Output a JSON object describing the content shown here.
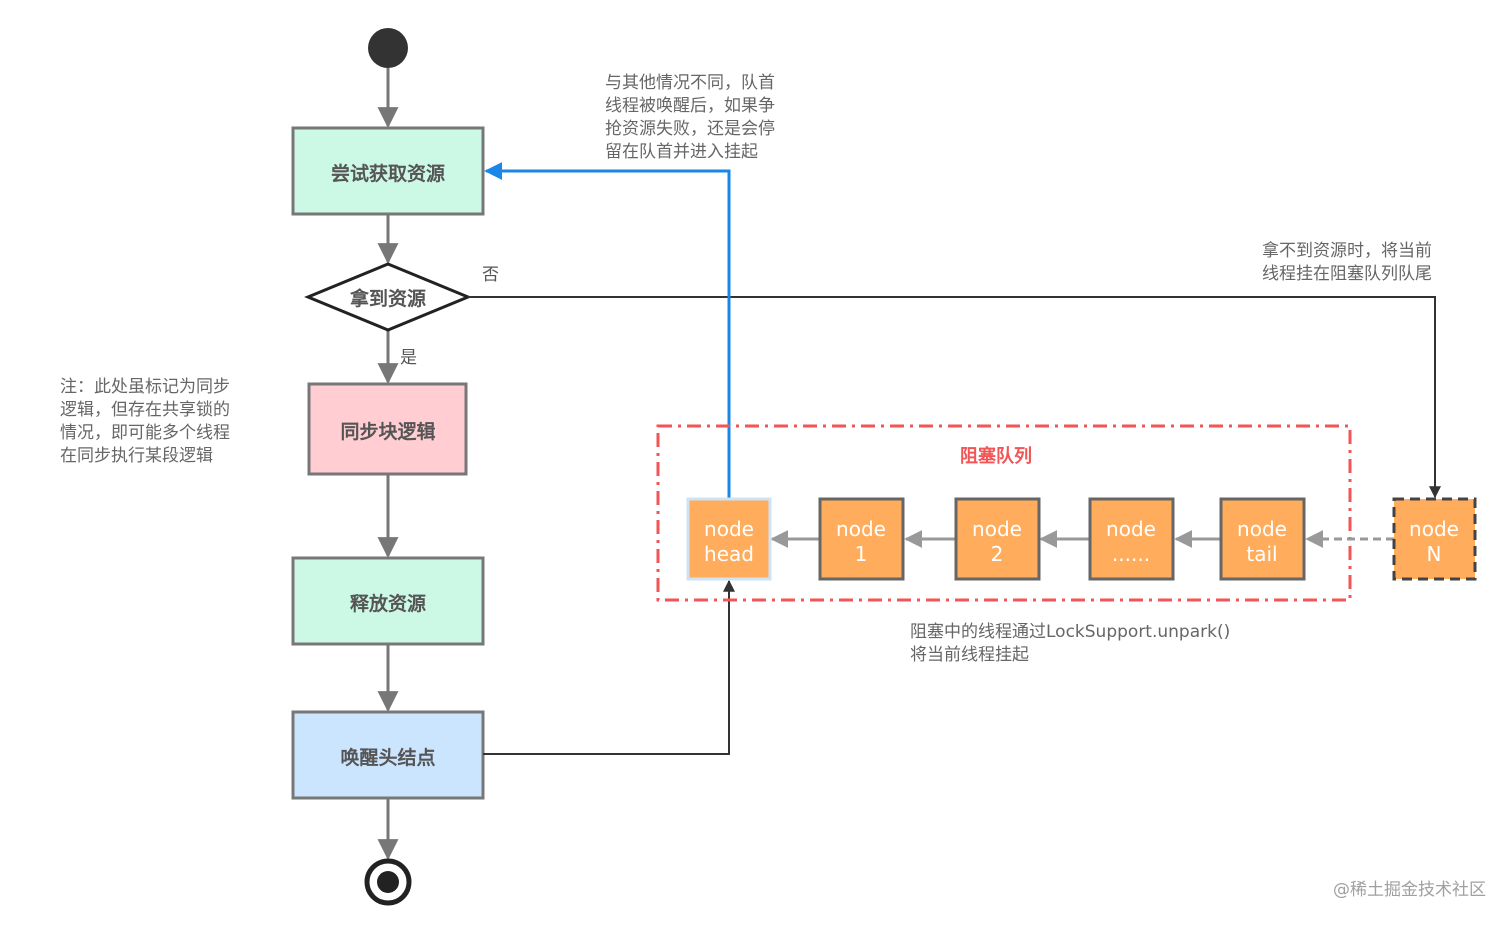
{
  "steps": {
    "try_acquire": "尝试获取资源",
    "got_resource": "拿到资源",
    "sync_logic": "同步块逻辑",
    "release": "释放资源",
    "wake_head": "唤醒头结点"
  },
  "branch": {
    "no": "否",
    "yes": "是"
  },
  "notes": {
    "head_retry": [
      "与其他情况不同，队首",
      "线程被唤醒后，如果争",
      "抢资源失败，还是会停",
      "留在队首并进入挂起"
    ],
    "enqueue_tail": [
      "拿不到资源时，将当前",
      "线程挂在阻塞队列队尾"
    ],
    "shared_lock": [
      "注：此处虽标记为同步",
      "逻辑，但存在共享锁的",
      "情况，即可能多个线程",
      "在同步执行某段逻辑"
    ],
    "park": [
      "阻塞中的线程通过LockSupport.unpark()",
      "将当前线程挂起"
    ]
  },
  "queue": {
    "title": "阻塞队列",
    "nodes": [
      {
        "line1": "node",
        "line2": "head"
      },
      {
        "line1": "node",
        "line2": "1"
      },
      {
        "line1": "node",
        "line2": "2"
      },
      {
        "line1": "node",
        "line2": "......"
      },
      {
        "line1": "node",
        "line2": "tail"
      }
    ],
    "pending": {
      "line1": "node",
      "line2": "N"
    }
  },
  "watermark": "@稀土掘金技术社区",
  "colors": {
    "green_box": "#ccf8e6",
    "pink_box": "#ffcdd2",
    "blue_box": "#cce5ff",
    "node_fill": "#ffad5c",
    "queue_border": "#f25555",
    "highlight_arrow": "#1a86e8",
    "connector": "#777777"
  }
}
